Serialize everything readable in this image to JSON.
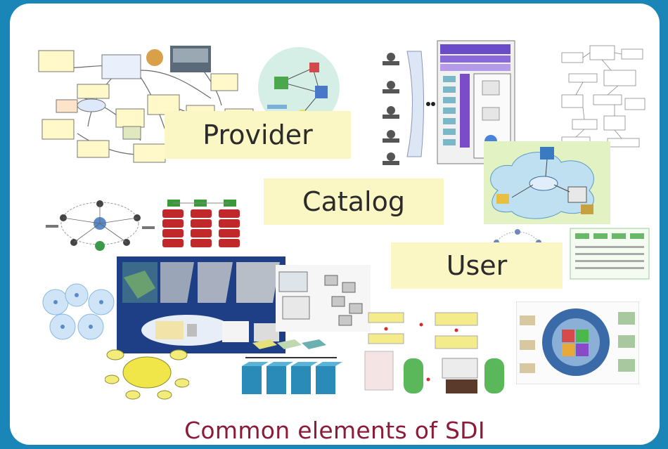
{
  "labels": {
    "provider": "Provider",
    "catalog": "Catalog",
    "user": "User"
  },
  "caption": "Common elements of SDI",
  "colors": {
    "frame": "#1a86b8",
    "label_bg": "#fbf7c4",
    "caption": "#8a1c3a"
  }
}
